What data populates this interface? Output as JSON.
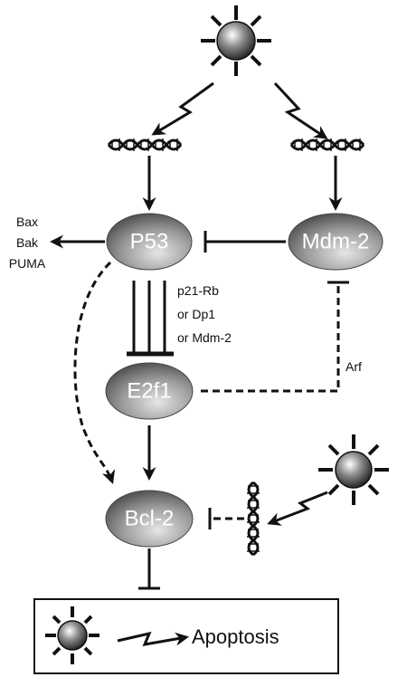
{
  "nodes": {
    "p53": "P53",
    "mdm2": "Mdm-2",
    "e2f1": "E2f1",
    "bcl2": "Bcl-2"
  },
  "targets": {
    "line1": "Bax",
    "line2": "Bak",
    "line3": "PUMA"
  },
  "inhibitors": {
    "line1": "p21-Rb",
    "line2": "or Dp1",
    "line3": "or Mdm-2"
  },
  "arf_label": "Arf",
  "apoptosis_label": "Apoptosis",
  "colors": {
    "node_dark": "#5a5a5a",
    "node_light": "#d9d9d9",
    "stroke": "#111111"
  },
  "icons": {
    "stress": "radiating-sun-icon",
    "dna": "dna-helix-icon",
    "signal": "lightning-arrow-icon"
  }
}
